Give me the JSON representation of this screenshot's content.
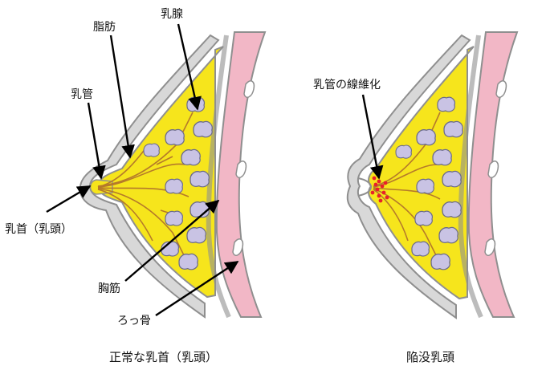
{
  "labels": {
    "fat": "脂肪",
    "mammary_gland": "乳腺",
    "milk_duct": "乳管",
    "nipple": "乳首（乳頭）",
    "pectoral_muscle": "胸筋",
    "rib": "ろっ骨",
    "duct_fibrosis": "乳管の線維化"
  },
  "captions": {
    "normal": "正常な乳首（乳頭）",
    "inverted": "陥没乳頭"
  },
  "colors": {
    "fat": "#f6e51c",
    "skin_outline": "#8f8f8f",
    "skin_band": "#d8d8d8",
    "muscle": "#f2b7c6",
    "lobule": "#c9c3e4",
    "lobule_outline": "#6b6b8a",
    "duct": "#b57a2a",
    "fibrosis": "#e8202a",
    "arrow": "#000000"
  }
}
